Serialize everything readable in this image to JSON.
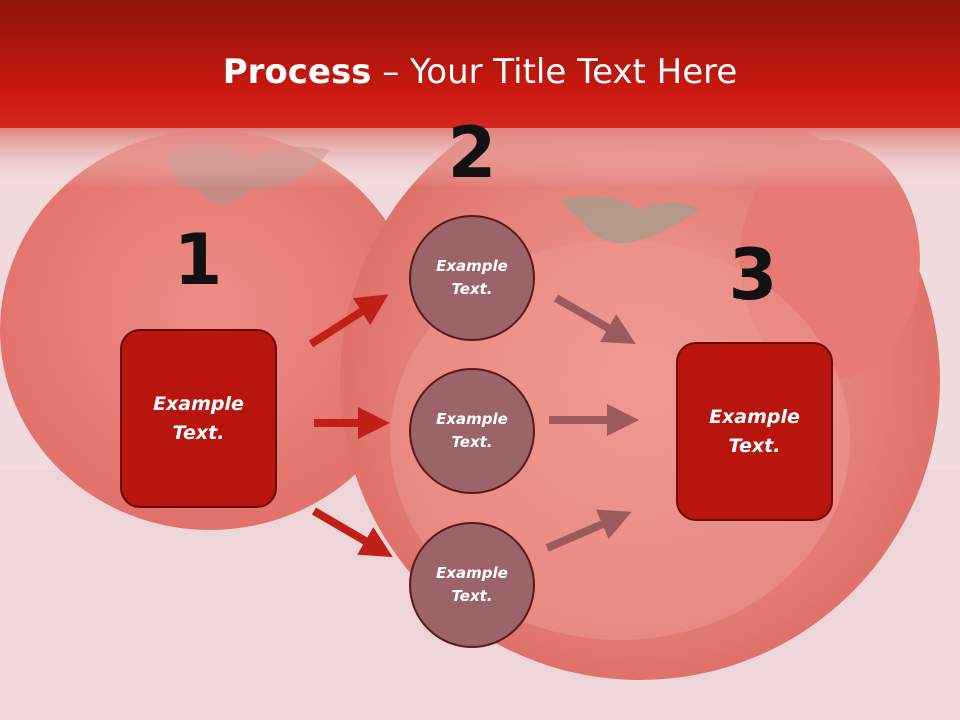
{
  "title": {
    "bold": "Process",
    "rest": " – Your Title Text Here"
  },
  "steps": [
    {
      "number": "1",
      "text_line1": "Example",
      "text_line2": "Text."
    },
    {
      "number": "2"
    },
    {
      "number": "3",
      "text_line1": "Example",
      "text_line2": "Text."
    }
  ],
  "circles": [
    {
      "line1": "Example",
      "line2": "Text."
    },
    {
      "line1": "Example",
      "line2": "Text."
    },
    {
      "line1": "Example",
      "line2": "Text."
    }
  ],
  "colors": {
    "header": "#b8150e",
    "box": "#b8150e",
    "circle": "#9b6468",
    "arrow_left": "#c0201a",
    "arrow_right": "#9c5a5c"
  }
}
